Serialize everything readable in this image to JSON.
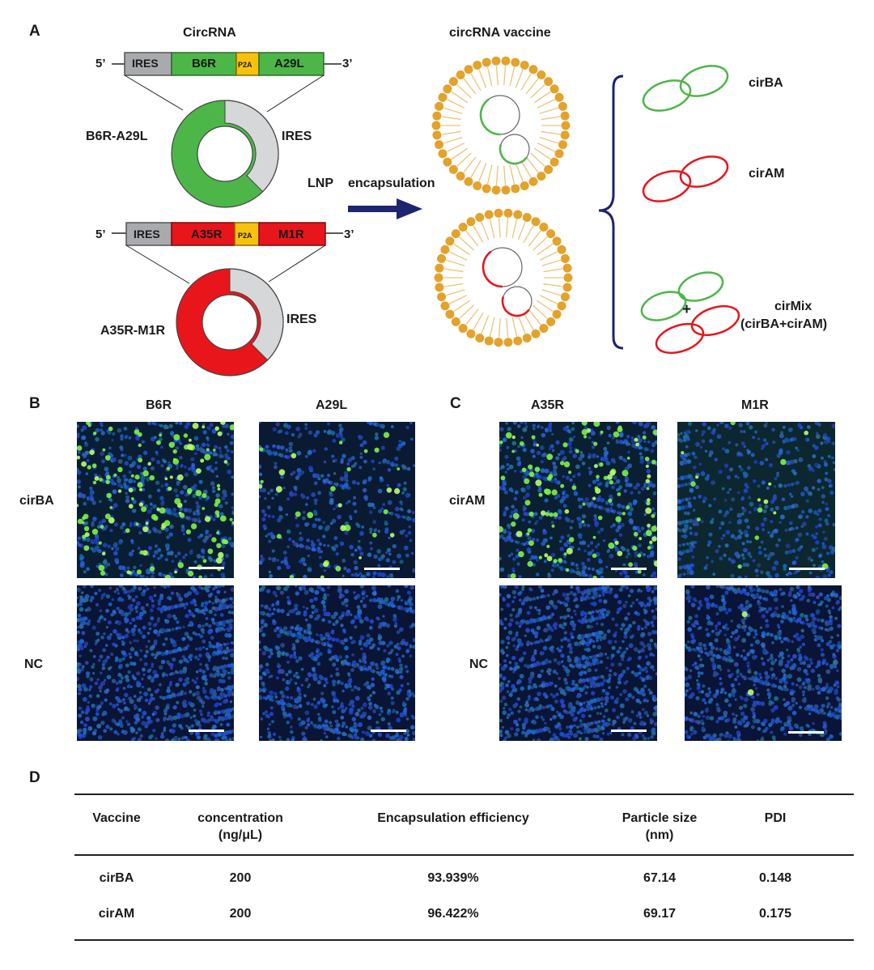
{
  "panels": {
    "a": "A",
    "b": "B",
    "c": "C",
    "d": "D"
  },
  "panel_a": {
    "circrna_title": "CircRNA",
    "vaccine_title": "circRNA vaccine",
    "construct1": {
      "ires": "IRES",
      "gene1": "B6R",
      "p2a": "P2A",
      "gene2": "A29L",
      "five": "5’",
      "three": "3’"
    },
    "construct2": {
      "ires": "IRES",
      "gene1": "A35R",
      "p2a": "P2A",
      "gene2": "M1R",
      "five": "5’",
      "three": "3’"
    },
    "ring1": {
      "name": "B6R-A29L",
      "ires": "IRES"
    },
    "ring2": {
      "name": "A35R-M1R",
      "ires": "IRES"
    },
    "lnp": "LNP",
    "encapsulation": "encapsulation",
    "group1": "cirBA",
    "group2": "cirAM",
    "group3_plus": "+",
    "group3": "cirMix",
    "group3_sub": "(cirBA+cirAM)"
  },
  "panel_b": {
    "col1": "B6R",
    "col2": "A29L",
    "row1": "cirBA",
    "row2": "NC"
  },
  "panel_c": {
    "col1": "A35R",
    "col2": "M1R",
    "row1": "cirAM",
    "row2": "NC"
  },
  "colors": {
    "green": "#4cb648",
    "red": "#e8151b",
    "ires_grey": "#a8aaad",
    "p2a_yellow": "#f7c20d",
    "navy": "#1d2470",
    "lipid": "#e3a22c"
  },
  "table": {
    "headers": [
      {
        "line1": "Vaccine",
        "line2": ""
      },
      {
        "line1": "concentration",
        "line2": "(ng/μL)"
      },
      {
        "line1": "Encapsulation efficiency",
        "line2": ""
      },
      {
        "line1": "Particle size",
        "line2": "(nm)"
      },
      {
        "line1": "PDI",
        "line2": ""
      }
    ],
    "rows": [
      [
        "cirBA",
        "200",
        "93.939%",
        "67.14",
        "0.148"
      ],
      [
        "cirAM",
        "200",
        "96.422%",
        "69.17",
        "0.175"
      ]
    ]
  }
}
